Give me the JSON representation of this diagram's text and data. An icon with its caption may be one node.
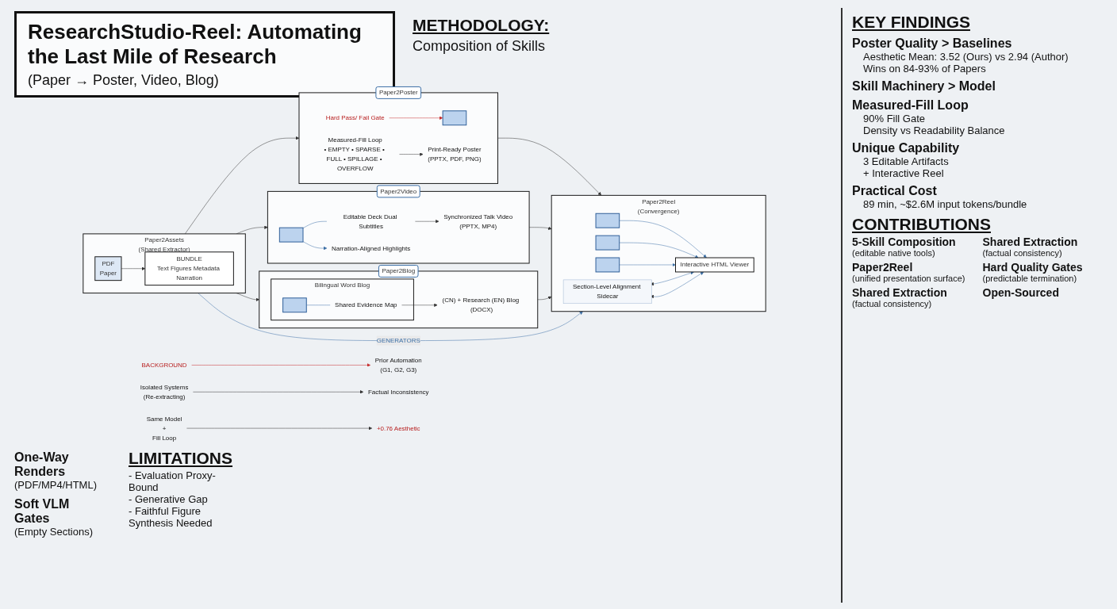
{
  "diagram": {
    "title": "ResearchStudio-Reel: Automating the Last Mile of Research",
    "nodes": [
      {
        "text": [
          "BACKGROUND"
        ]
      },
      {
        "text": [
          "Prior Automation",
          "(G1, G2, G3)"
        ]
      },
      {
        "text": [
          "Isolated Systems",
          "(Re-extracting)"
        ]
      },
      {
        "text": [
          "Factual Inconsistency"
        ]
      },
      {
        "text": [
          "Paper2Assets",
          "(Shared Extractor)"
        ]
      },
      {
        "text": [
          "PDF",
          "Paper"
        ],
        "in": 4
      },
      {
        "text": [
          "BUNDLE",
          "Text Figures Metadata Narration"
        ],
        "in": 4
      },
      {
        "text": [
          "Paper2Poster"
        ]
      },
      {
        "text": [],
        "shape": "box",
        "in": 7
      },
      {
        "text": [
          "Measured-Fill Loop",
          "• EMPTY • SPARSE • FULL • SPILLAGE • OVERFLOW"
        ],
        "in": 7
      },
      {
        "text": [
          "Print-Ready Poster",
          "(PPTX, PDF, PNG)"
        ],
        "in": 7
      },
      {
        "text": [
          "Hard Pass/ Fail Gate"
        ],
        "in": 7
      },
      {
        "text": [
          "Paper2Video"
        ]
      },
      {
        "text": [],
        "shape": "box",
        "in": 12
      },
      {
        "text": [
          "Editable Deck Dual Subtitles"
        ],
        "in": 12
      },
      {
        "text": [
          "Synchronized Talk Video",
          "(PPTX, MP4)"
        ],
        "in": 12
      },
      {
        "text": [
          "Narration-Aligned Highlights"
        ],
        "in": 12
      },
      {
        "text": [
          "Paper2Blog"
        ]
      },
      {
        "text": [
          "Bilingual Word Blog"
        ],
        "in": 17
      },
      {
        "text": [],
        "shape": "box",
        "in": 18
      },
      {
        "text": [
          "Shared Evidence Map"
        ],
        "in": 18
      },
      {
        "text": [
          "(CN) + Research (EN) Blog (DOCX)"
        ],
        "in": 17
      },
      {
        "text": [
          "Paper2Reel",
          "(Convergence)"
        ]
      },
      {
        "text": [
          "Interactive HTML Viewer"
        ],
        "in": 22
      },
      {
        "text": [],
        "shape": "box",
        "in": 22
      },
      {
        "text": [],
        "shape": "box",
        "in": 22
      },
      {
        "text": [],
        "shape": "box",
        "in": 22
      },
      {
        "text": [
          "Section-Level Alignment Sidecar"
        ],
        "in": 22
      },
      {
        "text": [
          "Same Model",
          "+",
          "Fill Loop"
        ]
      },
      {
        "text": [
          "+0.76 Aesthetic"
        ]
      }
    ],
    "edges": [
      {
        "from": 0,
        "to": 1,
        "arrow": "to",
        "color": "#c62828"
      },
      {
        "from": 2,
        "to": 3,
        "arrow": "to"
      },
      {
        "from": 5,
        "to": 6,
        "arrow": "to"
      },
      {
        "from": 4,
        "to": 7,
        "arrow": "to"
      },
      {
        "from": 4,
        "to": 12,
        "arrow": "to"
      },
      {
        "from": 4,
        "to": 17,
        "arrow": "to"
      },
      {
        "from": 4,
        "to": 22,
        "arrow": "to",
        "label": "GENERATORS",
        "color": "#3a6ea5"
      },
      {
        "from": 9,
        "to": 10,
        "arrow": "to"
      },
      {
        "from": 11,
        "to": 8,
        "arrow": "to",
        "color": "#c62828"
      },
      {
        "from": 13,
        "to": 14,
        "arrow": "none",
        "color": "#3a6ea5"
      },
      {
        "from": 14,
        "to": 15,
        "arrow": "to"
      },
      {
        "from": 13,
        "to": 16,
        "arrow": "to",
        "color": "#3a6ea5"
      },
      {
        "from": 19,
        "to": 20,
        "arrow": "none",
        "color": "#3a6ea5"
      },
      {
        "from": 20,
        "to": 21,
        "arrow": "to"
      },
      {
        "from": 7,
        "to": 22,
        "arrow": "to"
      },
      {
        "from": 12,
        "to": 22,
        "arrow": "to"
      },
      {
        "from": 17,
        "to": 22,
        "arrow": "to"
      },
      {
        "from": 24,
        "to": 23,
        "arrow": "to",
        "color": "#3a6ea5"
      },
      {
        "from": 25,
        "to": 23,
        "arrow": "to",
        "color": "#3a6ea5"
      },
      {
        "from": 26,
        "to": 23,
        "arrow": "to",
        "color": "#3a6ea5"
      },
      {
        "from": 27,
        "to": 23,
        "arrow": "both",
        "color": "#3a6ea5"
      },
      {
        "from": 27,
        "to": 23,
        "arrow": "both",
        "color": "#3a6ea5"
      },
      {
        "from": 28,
        "to": 29,
        "arrow": "to"
      }
    ],
    "labels": [
      "(Paper → Poster, Video, Blog)",
      "METHODOLOGY:",
      "Composition of Skills",
      "One-Way Renders",
      "(PDF/MP4/HTML)",
      "Soft VLM Gates",
      "(Empty Sections)",
      "LIMITATIONS",
      "- Evaluation Proxy-Bound",
      "- Generative Gap",
      "- Faithful Figure Synthesis Needed",
      "KEY FINDINGS",
      "Poster Quality > Baselines",
      "Aesthetic Mean: 3.52 (Ours) vs 2.94 (Author)",
      "Wins on 84-93% of Papers",
      "Skill Machinery > Model",
      "Measured-Fill Loop",
      "90% Fill Gate",
      "Density vs Readability Balance",
      "Unique Capability",
      "3 Editable Artifacts",
      "+ Interactive Reel",
      "Practical Cost",
      "89 min, ~$2.6M input tokens/bundle",
      "CONTRIBUTIONS",
      "5-Skill Composition",
      "(editable native tools)",
      "Shared Extraction",
      "(factual consistency)",
      "Paper2Reel",
      "(unified presentation surface)",
      "Hard Quality Gates",
      "(predictable termination)",
      "Shared Extraction",
      "(factual consistency)",
      "Open-Sourced"
    ]
  }
}
